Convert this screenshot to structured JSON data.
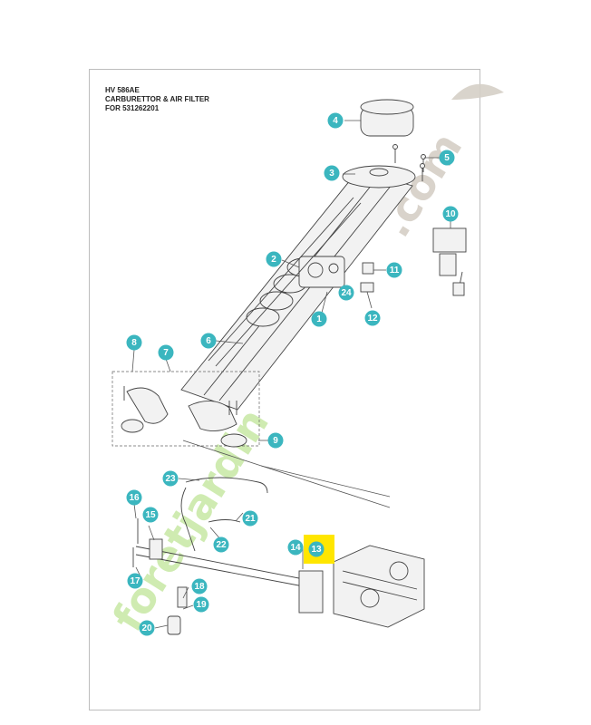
{
  "header": {
    "model": "HV 586AE",
    "section": "CARBURETTOR & AIR FILTER",
    "for_line": "FOR 531262201"
  },
  "watermark": {
    "green_part": "forêtjardin",
    "grey_part": ".com",
    "colors": {
      "green": "#c7e8a4",
      "grey": "#d5cfc6"
    }
  },
  "highlight_color": "#ffe600",
  "callout_color": "#3bb6bf",
  "callouts": [
    "1",
    "2",
    "3",
    "4",
    "5",
    "6",
    "7",
    "8",
    "9",
    "10",
    "11",
    "12",
    "13",
    "14",
    "15",
    "16",
    "17",
    "18",
    "19",
    "20",
    "21",
    "22",
    "23",
    "24"
  ]
}
